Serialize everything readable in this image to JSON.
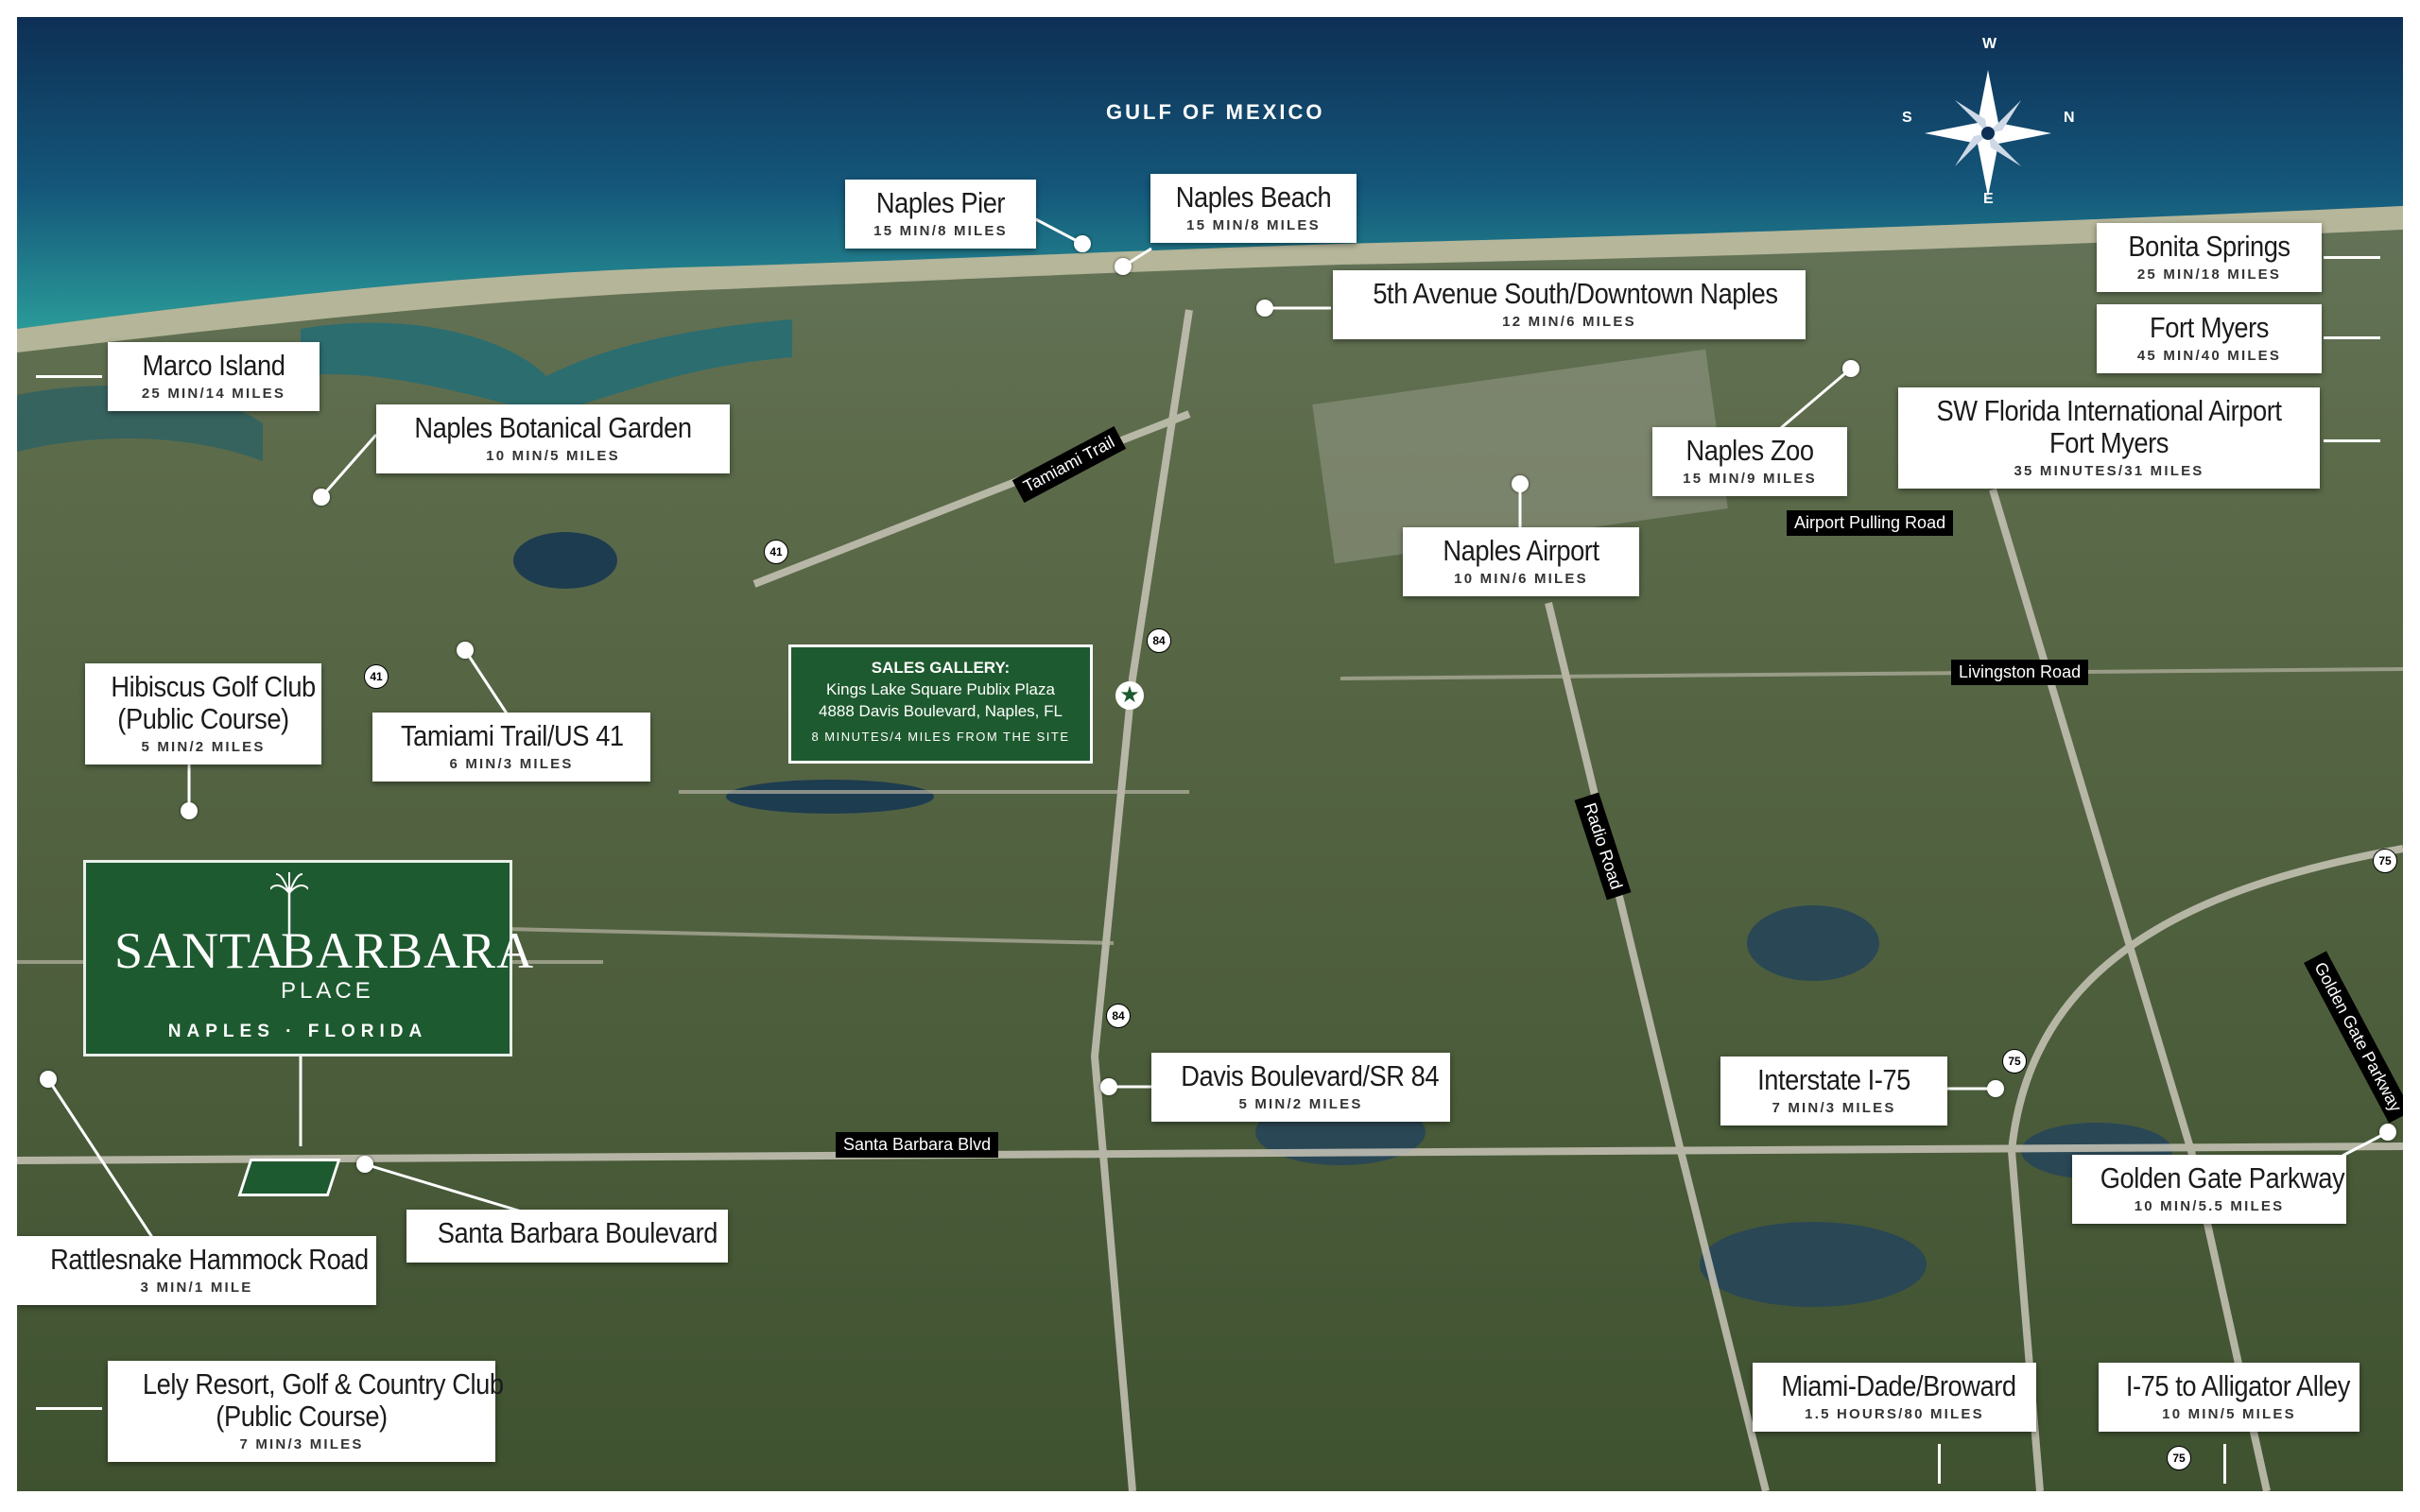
{
  "map": {
    "water_label": "GULF OF MEXICO",
    "compass": {
      "w": "W",
      "n": "N",
      "e": "E",
      "s": "S"
    },
    "brand": {
      "line1_a": "SANTA",
      "line1_b": "BARBARA",
      "line2": "PLACE",
      "line3": "NAPLES · FLORIDA"
    },
    "sales": {
      "title": "SALES GALLERY:",
      "line1": "Kings Lake Square Publix Plaza",
      "line2": "4888 Davis Boulevard, Naples, FL",
      "line3": "8 MINUTES/4 MILES FROM THE SITE"
    },
    "labels": [
      {
        "title": "Naples Pier",
        "sub": "15 MIN/8 MILES"
      },
      {
        "title": "Naples Beach",
        "sub": "15 MIN/8 MILES"
      },
      {
        "title": "5th Avenue South/Downtown Naples",
        "sub": "12 MIN/6 MILES"
      },
      {
        "title": "Bonita Springs",
        "sub": "25 MIN/18 MILES"
      },
      {
        "title": "Fort Myers",
        "sub": "45 MIN/40 MILES"
      },
      {
        "title": "SW Florida International Airport",
        "title2": "Fort Myers",
        "sub": "35 MINUTES/31 MILES"
      },
      {
        "title": "Marco Island",
        "sub": "25 MIN/14 MILES"
      },
      {
        "title": "Naples Botanical Garden",
        "sub": "10 MIN/5 MILES"
      },
      {
        "title": "Naples Zoo",
        "sub": "15 MIN/9 MILES"
      },
      {
        "title": "Naples Airport",
        "sub": "10 MIN/6 MILES"
      },
      {
        "title": "Hibiscus Golf Club",
        "title2": "(Public Course)",
        "sub": "5 MIN/2 MILES"
      },
      {
        "title": "Tamiami Trail/US 41",
        "sub": "6 MIN/3 MILES"
      },
      {
        "title": "Davis Boulevard/SR 84",
        "sub": "5 MIN/2 MILES"
      },
      {
        "title": "Interstate I-75",
        "sub": "7 MIN/3 MILES"
      },
      {
        "title": "Golden Gate Parkway",
        "sub": "10 MIN/5.5 MILES"
      },
      {
        "title": "Rattlesnake Hammock Road",
        "sub": "3 MIN/1 MILE"
      },
      {
        "title": "Santa Barbara Boulevard",
        "sub": ""
      },
      {
        "title": "Lely Resort, Golf & Country Club",
        "title2": "(Public Course)",
        "sub": "7 MIN/3 MILES"
      },
      {
        "title": "Miami-Dade/Broward",
        "sub": "1.5 HOURS/80 MILES"
      },
      {
        "title": "I-75 to Alligator Alley",
        "sub": "10 MIN/5 MILES"
      }
    ],
    "roads": {
      "tamiami": "Tamiami Trail",
      "airport_pulling": "Airport Pulling Road",
      "livingston": "Livingston Road",
      "radio": "Radio Road",
      "golden_gate": "Golden Gate Parkway",
      "santa_barbara": "Santa Barbara Blvd"
    },
    "shields": {
      "us41a": "41",
      "us41b": "41",
      "sr84a": "84",
      "sr84b": "84",
      "i75a": "75",
      "i75b": "75",
      "i75c": "75"
    }
  }
}
